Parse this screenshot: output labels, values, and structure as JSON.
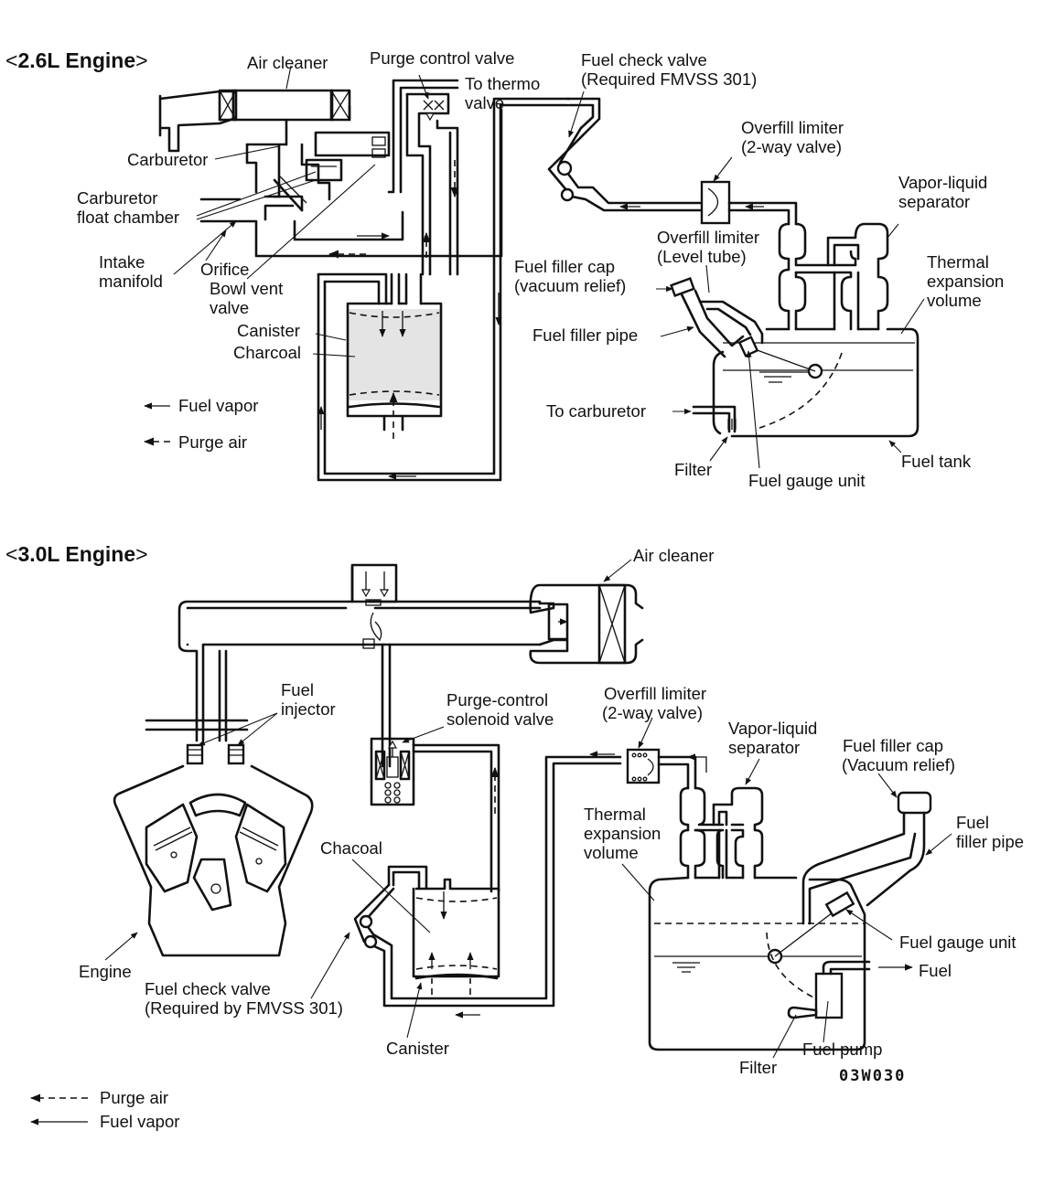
{
  "diagram": {
    "code": "03W030",
    "engine_26": {
      "title_open": "<",
      "title": "2.6L Engine",
      "title_close": ">",
      "labels": {
        "air_cleaner": "Air cleaner",
        "purge_control_valve": "Purge control valve",
        "to_thermo_1": "To thermo",
        "to_thermo_2": "valve",
        "fuel_check_valve_1": "Fuel check valve",
        "fuel_check_valve_2": "(Required FMVSS 301)",
        "overfill_limiter_1": "Overfill limiter",
        "overfill_limiter_2": "(2-way valve)",
        "vapor_liquid_1": "Vapor-liquid",
        "vapor_liquid_2": "separator",
        "overfill_level_1": "Overfill limiter",
        "overfill_level_2": "(Level tube)",
        "carburetor": "Carburetor",
        "float_chamber_1": "Carburetor",
        "float_chamber_2": "float chamber",
        "intake_1": "Intake",
        "intake_2": "manifold",
        "orifice": "Orifice",
        "bowl_vent_1": "Bowl vent",
        "bowl_vent_2": "valve",
        "canister": "Canister",
        "charcoal": "Charcoal",
        "filler_cap_1": "Fuel filler cap",
        "filler_cap_2": "(vacuum relief)",
        "thermal_1": "Thermal",
        "thermal_2": "expansion",
        "thermal_3": "volume",
        "filler_pipe": "Fuel filler pipe",
        "to_carburetor": "To carburetor",
        "filter": "Filter",
        "fuel_gauge_unit": "Fuel gauge unit",
        "fuel_tank": "Fuel tank"
      },
      "legend": [
        {
          "style": "solid",
          "label": "Fuel vapor"
        },
        {
          "style": "dashed",
          "label": "Purge air"
        }
      ]
    },
    "engine_30": {
      "title_open": "<",
      "title": "3.0L Engine",
      "title_close": ">",
      "labels": {
        "air_cleaner": "Air cleaner",
        "fuel_injector_1": "Fuel",
        "fuel_injector_2": "injector",
        "purge_solenoid_1": "Purge-control",
        "purge_solenoid_2": "solenoid valve",
        "overfill_limiter_1": "Overfill limiter",
        "overfill_limiter_2": "(2-way valve)",
        "vapor_liquid_1": "Vapor-liquid",
        "vapor_liquid_2": "separator",
        "filler_cap_1": "Fuel filler cap",
        "filler_cap_2": "(Vacuum relief)",
        "thermal_1": "Thermal",
        "thermal_2": "expansion",
        "thermal_3": "volume",
        "filler_pipe_1": "Fuel",
        "filler_pipe_2": "filler pipe",
        "chacoal": "Chacoal",
        "engine": "Engine",
        "fuel_check_valve_1": "Fuel check valve",
        "fuel_check_valve_2": "(Required by FMVSS 301)",
        "canister": "Canister",
        "fuel_gauge_unit": "Fuel gauge unit",
        "fuel": "Fuel",
        "fuel_pump": "Fuel pump",
        "filter": "Filter"
      },
      "legend": [
        {
          "style": "dashed",
          "label": "Purge air"
        },
        {
          "style": "solid",
          "label": "Fuel vapor"
        }
      ]
    }
  }
}
